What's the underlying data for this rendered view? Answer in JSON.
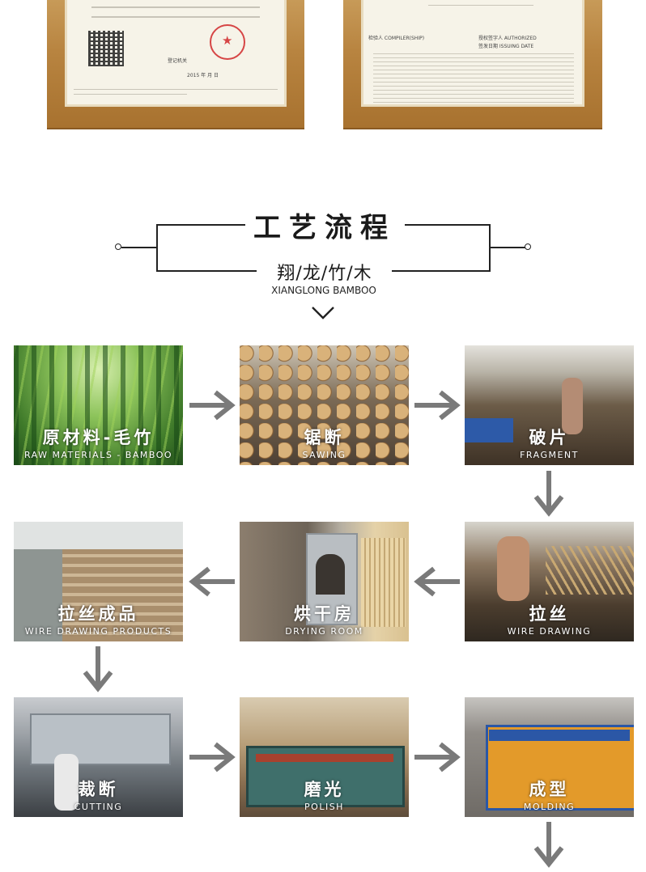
{
  "certificates": {
    "left": {
      "label": "登记机关",
      "date": "2015 年 月 日"
    },
    "right": {
      "labels": [
        "检验人 COMPILER(SHIP)",
        "授权签字人 AUTHORIZED",
        "签发日期 ISSUING DATE"
      ]
    }
  },
  "section": {
    "title": "工艺流程",
    "subtitle": "翔/龙/竹/木",
    "subtitle_en": "XIANGLONG BAMBOO"
  },
  "steps": [
    {
      "cn": "原材料-毛竹",
      "en": "RAW MATERIALS - BAMBOO"
    },
    {
      "cn": "锯断",
      "en": "SAWING"
    },
    {
      "cn": "破片",
      "en": "FRAGMENT"
    },
    {
      "cn": "拉丝",
      "en": "WIRE DRAWING"
    },
    {
      "cn": "烘干房",
      "en": "DRYING ROOM"
    },
    {
      "cn": "拉丝成品",
      "en": "WIRE DRAWING PRODUCTS"
    },
    {
      "cn": "裁断",
      "en": "CUTTING"
    },
    {
      "cn": "磨光",
      "en": "POLISH"
    },
    {
      "cn": "成型",
      "en": "MOLDING"
    }
  ],
  "colors": {
    "arrow": "#7a7a7a",
    "frame": "#b88440",
    "title": "#1a1a1a"
  }
}
